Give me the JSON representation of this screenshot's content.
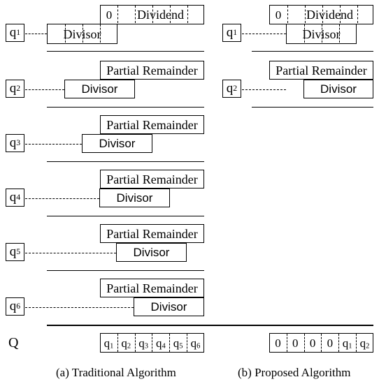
{
  "labels": {
    "dividend": "Dividend",
    "zero": "0",
    "divisor": "Divisor",
    "partial_remainder": "Partial Remainder",
    "q_letter": "q",
    "quotient": "Q"
  },
  "quotient_indices": [
    "1",
    "2",
    "3",
    "4",
    "5",
    "6"
  ],
  "proposed_zeros": [
    "0",
    "0",
    "0",
    "0"
  ],
  "proposed_indices": [
    "1",
    "2"
  ],
  "captions": {
    "traditional": "(a) Traditional Algorithm",
    "proposed": "(b) Proposed Algorithm"
  }
}
